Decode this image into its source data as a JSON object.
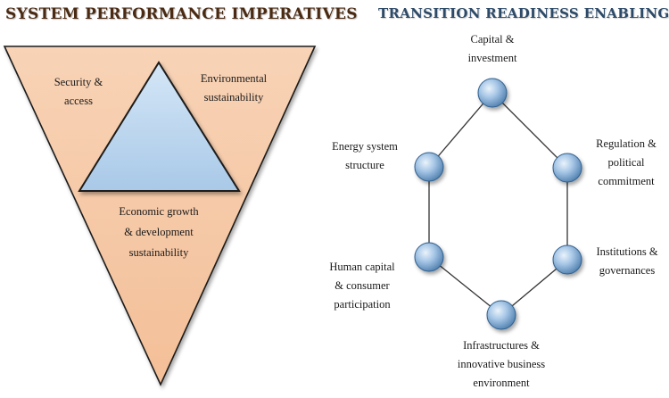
{
  "left_panel": {
    "title": "SYSTEM PERFORMANCE IMPERATIVES",
    "corner_left_label": "Security &\naccess",
    "corner_right_label": "Environmental\nsustainability",
    "bottom_label": "Economic growth\n& development\nsustainability",
    "colors": {
      "outer_fill": "#f6c9a8",
      "inner_fill": "#bfd9f0",
      "outline": "#1a1a1a"
    }
  },
  "right_panel": {
    "title": "TRANSITION READINESS ENABLING",
    "nodes": [
      {
        "label": "Capital &\ninvestment"
      },
      {
        "label": "Regulation &\npolitical\ncommitment"
      },
      {
        "label": "Institutions &\ngovernances"
      },
      {
        "label": "Infrastructures &\ninnovative business\nenvironment"
      },
      {
        "label": "Human capital\n& consumer\nparticipation"
      },
      {
        "label": "Energy system\nstructure"
      }
    ],
    "colors": {
      "node_fill": "#7fa9d4",
      "node_highlight": "#dbe9f7",
      "edge": "#333333"
    }
  }
}
